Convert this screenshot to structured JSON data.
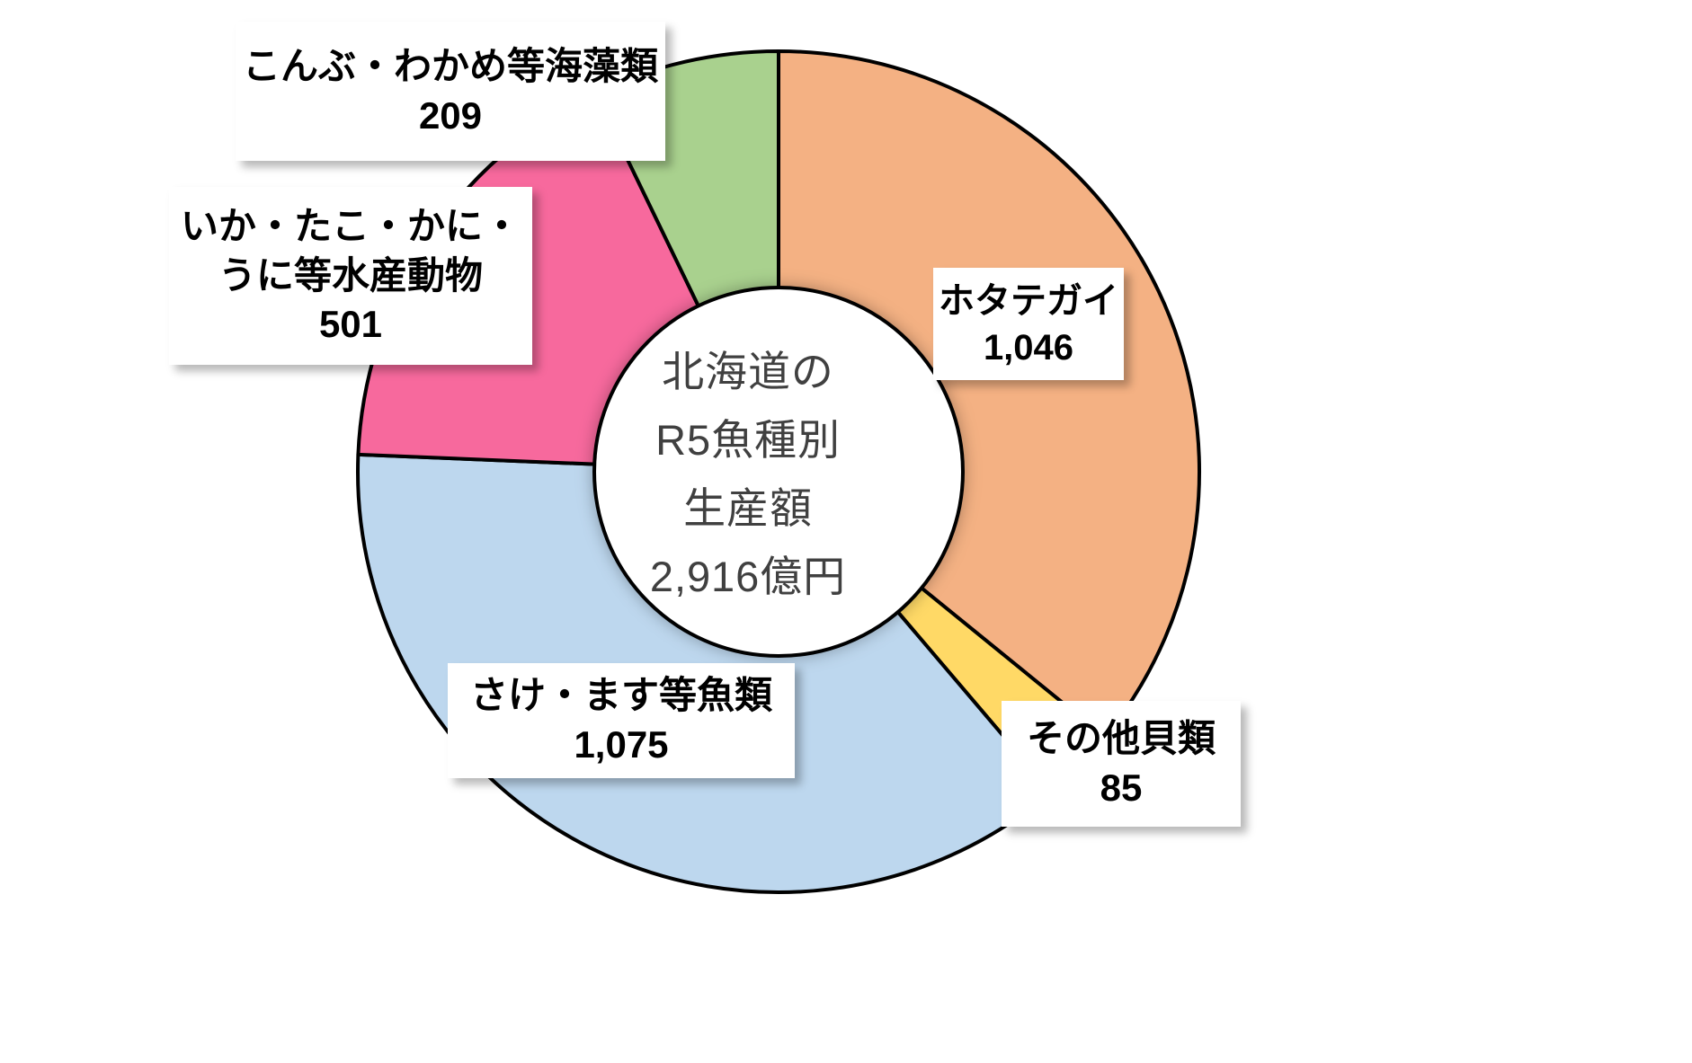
{
  "center": {
    "lines": [
      "北海道の",
      "R5魚種別",
      "生産額",
      "2,916億円"
    ]
  },
  "labels": {
    "kaiso": {
      "name_lines": [
        "こんぶ・わかめ等海藻類"
      ],
      "value": "209"
    },
    "ika": {
      "name_lines": [
        "いか・たこ・かに・",
        "うに等水産動物"
      ],
      "value": "501"
    },
    "hotate": {
      "name_lines": [
        "ホタテガイ"
      ],
      "value": "1,046"
    },
    "sake": {
      "name_lines": [
        "さけ・ます等魚類"
      ],
      "value": "1,075"
    },
    "sonota": {
      "name_lines": [
        "その他貝類"
      ],
      "value": "85"
    }
  },
  "chart_data": {
    "type": "pie",
    "variant": "donut",
    "title": "北海道のR5魚種別生産額",
    "total": 2916,
    "unit": "億円",
    "xlabel": "",
    "ylabel": "",
    "legend_position": "none",
    "grid": false,
    "start_angle_deg": 0,
    "direction": "clockwise",
    "inner_radius_ratio": 0.435,
    "categories": [
      "ホタテガイ",
      "その他貝類",
      "さけ・ます等魚類",
      "いか・たこ・かに・うに等水産動物",
      "こんぶ・わかめ等海藻類"
    ],
    "values": [
      1046,
      85,
      1075,
      501,
      209
    ],
    "colors": [
      "#F4B183",
      "#FFD966",
      "#BDD7EE",
      "#F7699D",
      "#A9D18E"
    ],
    "stroke": "#000000",
    "data_labels": [
      "1,046",
      "85",
      "1,075",
      "501",
      "209"
    ]
  }
}
